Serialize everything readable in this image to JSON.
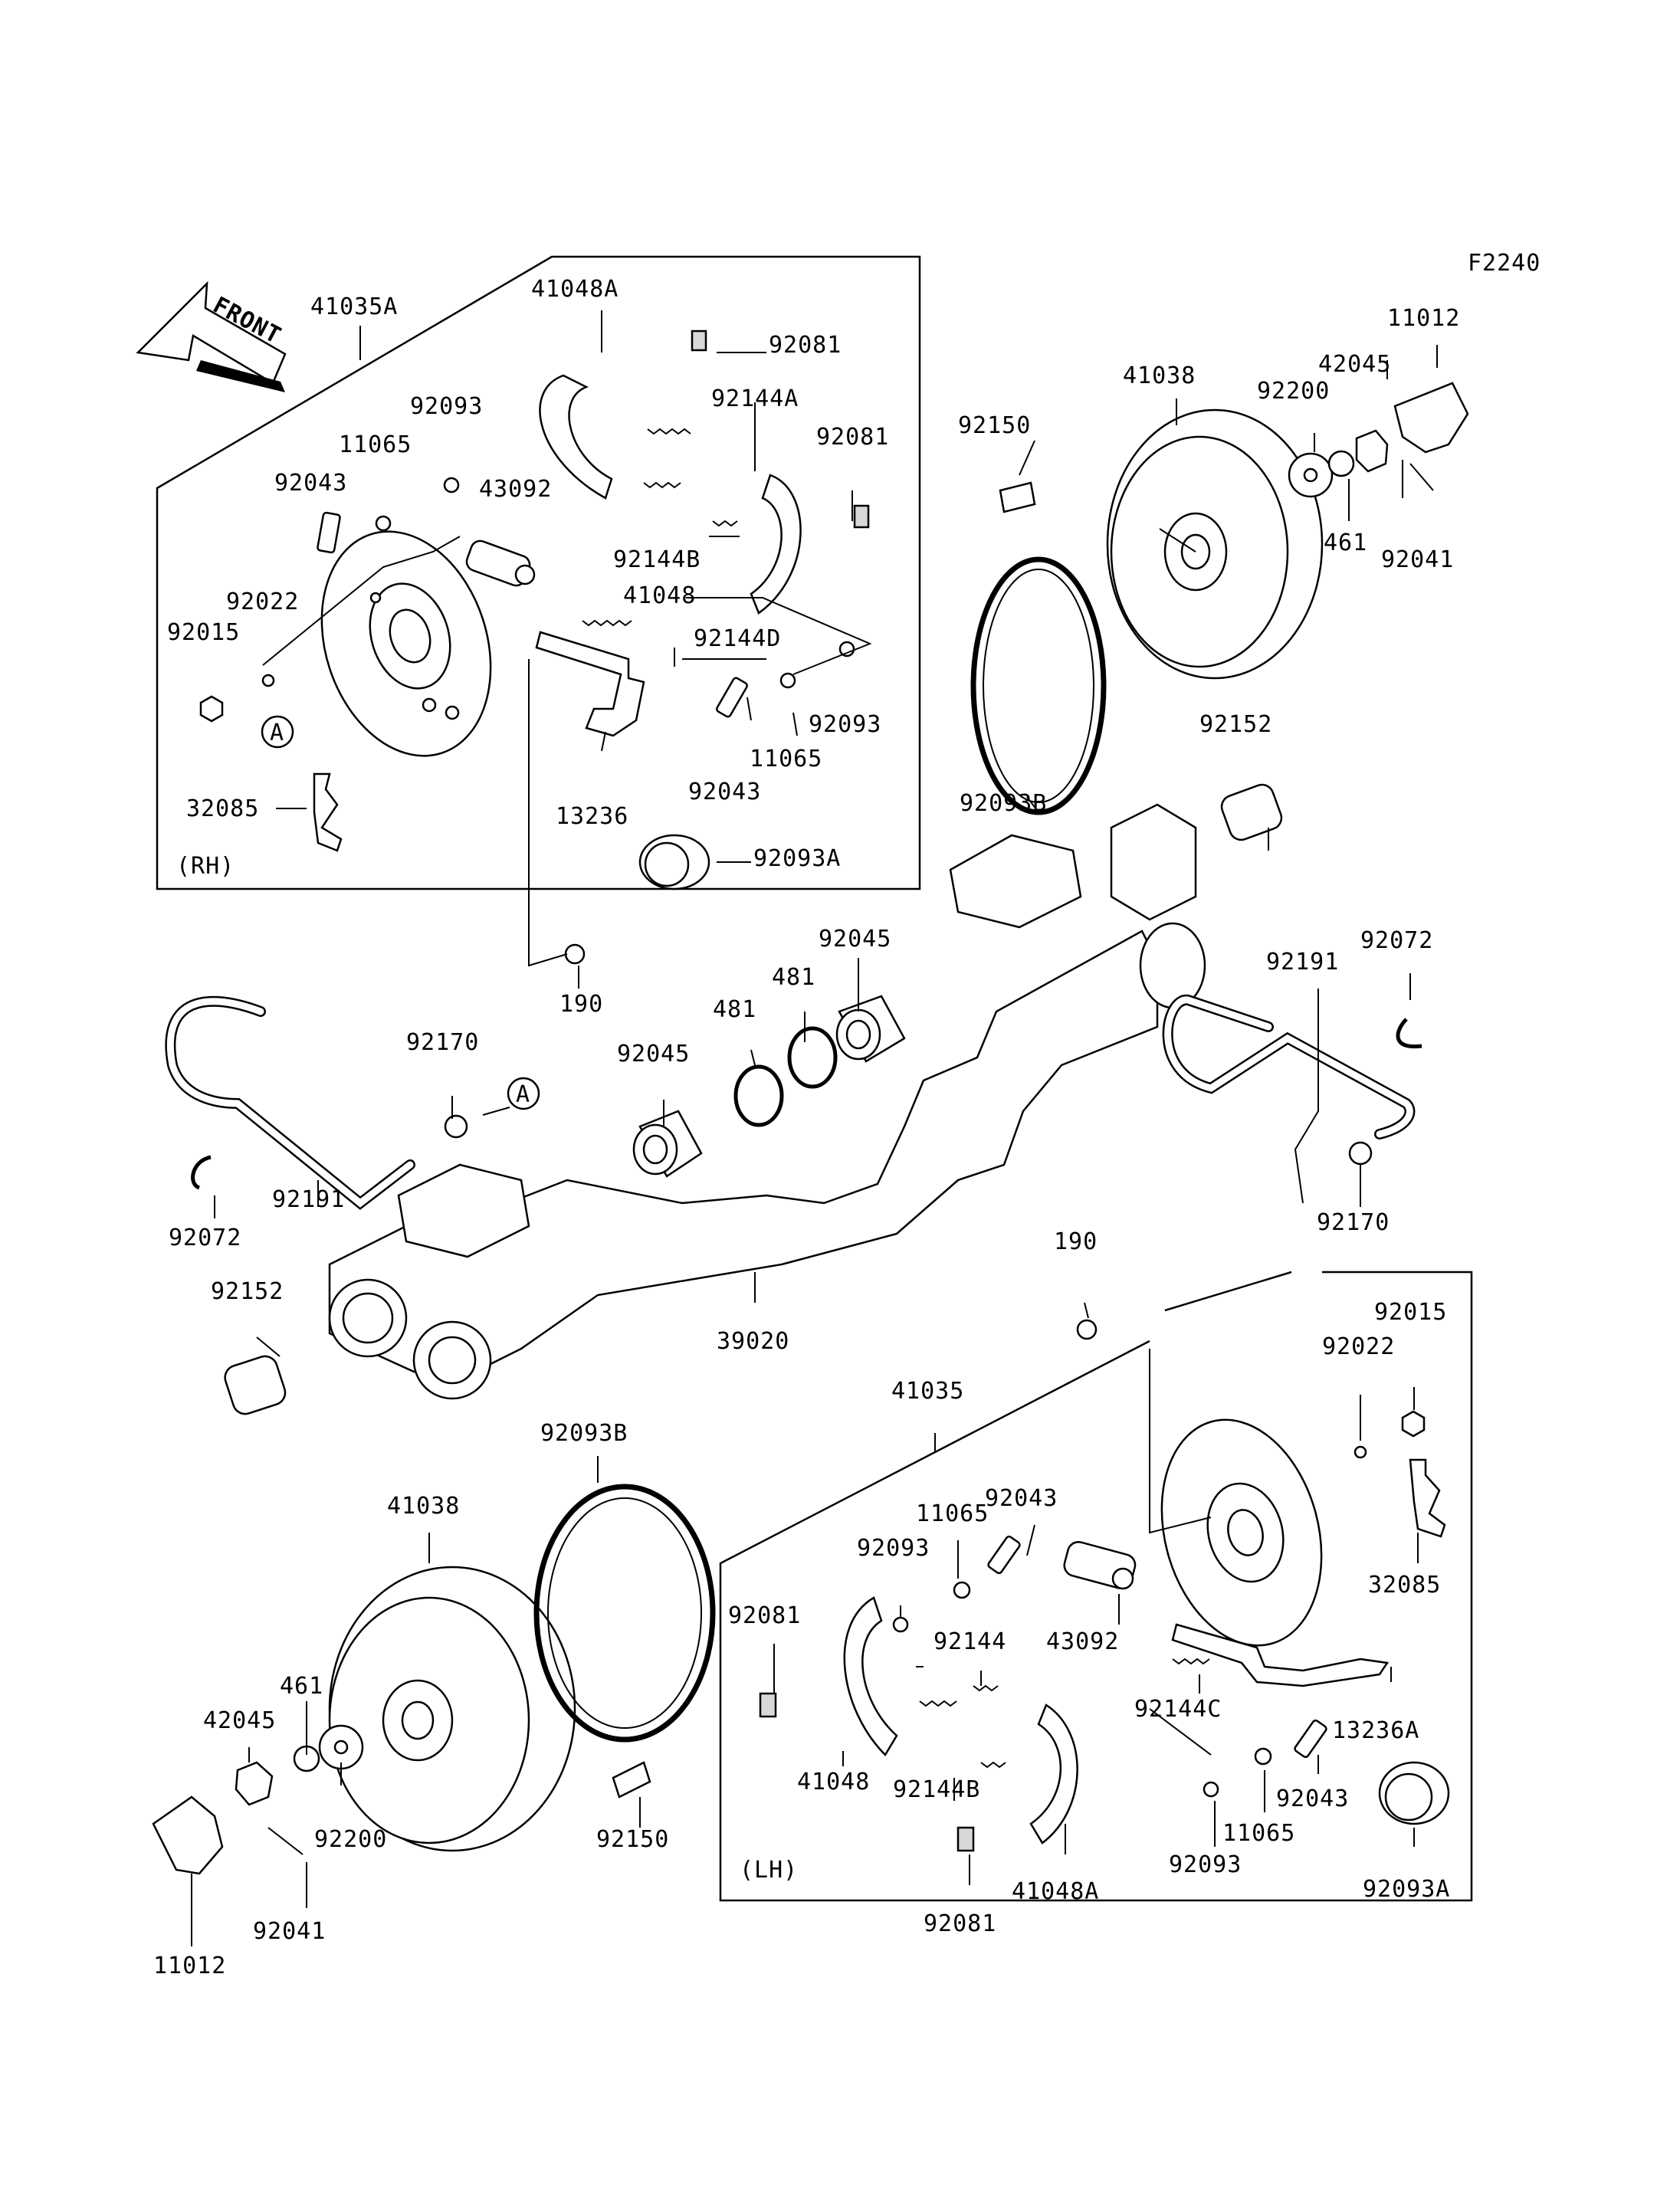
{
  "figure_code": "F2240",
  "front_label": "FRONT",
  "group_labels": {
    "rh": "(RH)",
    "lh": "(LH)"
  },
  "reference_marks": {
    "a1": "A",
    "a2": "A"
  },
  "parts": {
    "p41035A": "41035A",
    "p41048A_rh": "41048A",
    "p92081_rh1": "92081",
    "p92144A": "92144A",
    "p92093_rh1": "92093",
    "p11065_rh1": "11065",
    "p92043_rh1": "92043",
    "p43092_rh": "43092",
    "p92081_rh2": "92081",
    "p92144B_rh": "92144B",
    "p41048_rh": "41048",
    "p92022_rh": "92022",
    "p92015_rh": "92015",
    "p92144D": "92144D",
    "p92093_rh2": "92093",
    "p11065_rh2": "11065",
    "p92043_rh2": "92043",
    "p13236": "13236",
    "p32085_rh": "32085",
    "p92093A_rh": "92093A",
    "p92150_top": "92150",
    "p41038_top": "41038",
    "p92200_top": "92200",
    "p42045_top": "42045",
    "p11012_top": "11012",
    "p461_top": "461",
    "p92041_top": "92041",
    "p92093B_top": "92093B",
    "p92152_top": "92152",
    "p190_top": "190",
    "p92045_upper": "92045",
    "p481_a": "481",
    "p481_b": "481",
    "p92045_lower": "92045",
    "p92170_left": "92170",
    "p92191_left": "92191",
    "p92072_left": "92072",
    "p92152_left": "92152",
    "p39020": "39020",
    "p92191_right": "92191",
    "p92072_right": "92072",
    "p92170_right": "92170",
    "p190_right": "190",
    "p92015_lh": "92015",
    "p92022_lh": "92022",
    "p41035": "41035",
    "p92093B_bottom": "92093B",
    "p41038_bottom": "41038",
    "p92043_lh1": "92043",
    "p11065_lh1": "11065",
    "p92093_lh1": "92093",
    "p92081_lh1": "92081",
    "p92144": "92144",
    "p43092_lh": "43092",
    "p32085_lh": "32085",
    "p41048_lh": "41048",
    "p92144B_lh": "92144B",
    "p92144C": "92144C",
    "p13236A": "13236A",
    "p92043_lh2": "92043",
    "p11065_lh2": "11065",
    "p92093_lh2": "92093",
    "p92081_lh2": "92081",
    "p41048A_lh": "41048A",
    "p92093A_lh": "92093A",
    "p461_bottom": "461",
    "p42045_bottom": "42045",
    "p92200_bottom": "92200",
    "p92150_bottom": "92150",
    "p11012_bottom": "11012",
    "p92041_bottom": "92041"
  }
}
